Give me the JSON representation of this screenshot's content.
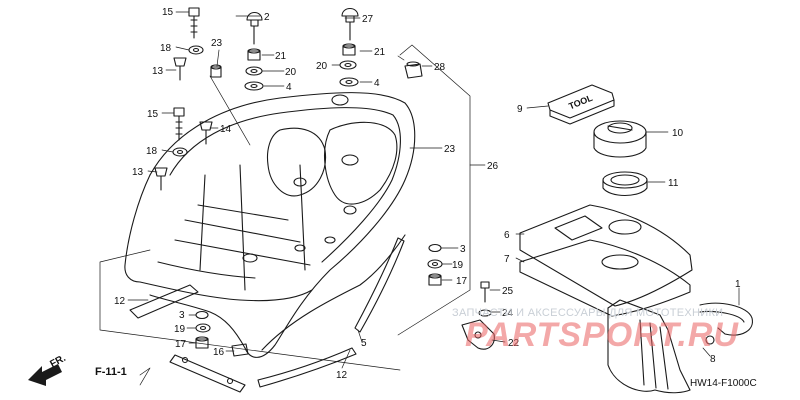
{
  "diagram": {
    "code": "HW14-F1000C",
    "reference": "F-11-1",
    "direction": "FR.",
    "watermark_text": "ЗАПЧАСТИ И АКСЕССУАРЫ ДЛЯ МОТОТЕХНИКИ",
    "watermark_logo": "PARTSPORT.RU",
    "tool_label": "TOOL",
    "callouts": [
      "1",
      "2",
      "3",
      "4",
      "5",
      "6",
      "7",
      "8",
      "9",
      "10",
      "11",
      "12",
      "13",
      "14",
      "15",
      "16",
      "17",
      "18",
      "19",
      "20",
      "21",
      "22",
      "23",
      "24",
      "25",
      "26",
      "27",
      "28"
    ]
  },
  "colors": {
    "line": "#1a1a1a",
    "watermark_logo": "#e96060",
    "watermark_text": "#c9cfd6"
  }
}
